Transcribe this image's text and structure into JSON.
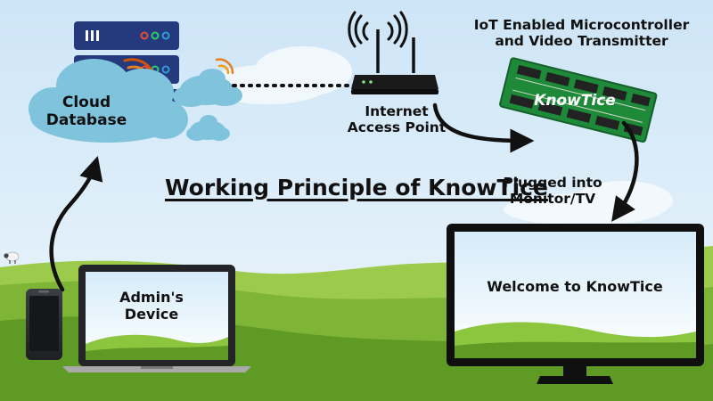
{
  "title": "Working Principle of KnowTice",
  "nodes": {
    "cloud_database": "Cloud\nDatabase",
    "access_point": "Internet\nAccess Point",
    "microcontroller": "IoT Enabled Microcontroller\nand Video Transmitter",
    "board_label": "KnowTice",
    "plugged": "Plugged into\nMonitor/TV",
    "admin_device": "Admin's\nDevice",
    "monitor_screen": "Welcome to KnowTice"
  },
  "colors": {
    "sky_top": "#cfe6f8",
    "sky_bottom": "#eaf4fb",
    "cloud": "#7fc3dc",
    "server": "#253a7a",
    "hill_light": "#8cc63f",
    "hill_dark": "#4e8a1c",
    "pcb": "#1f8a3a",
    "arrow": "#111111"
  }
}
